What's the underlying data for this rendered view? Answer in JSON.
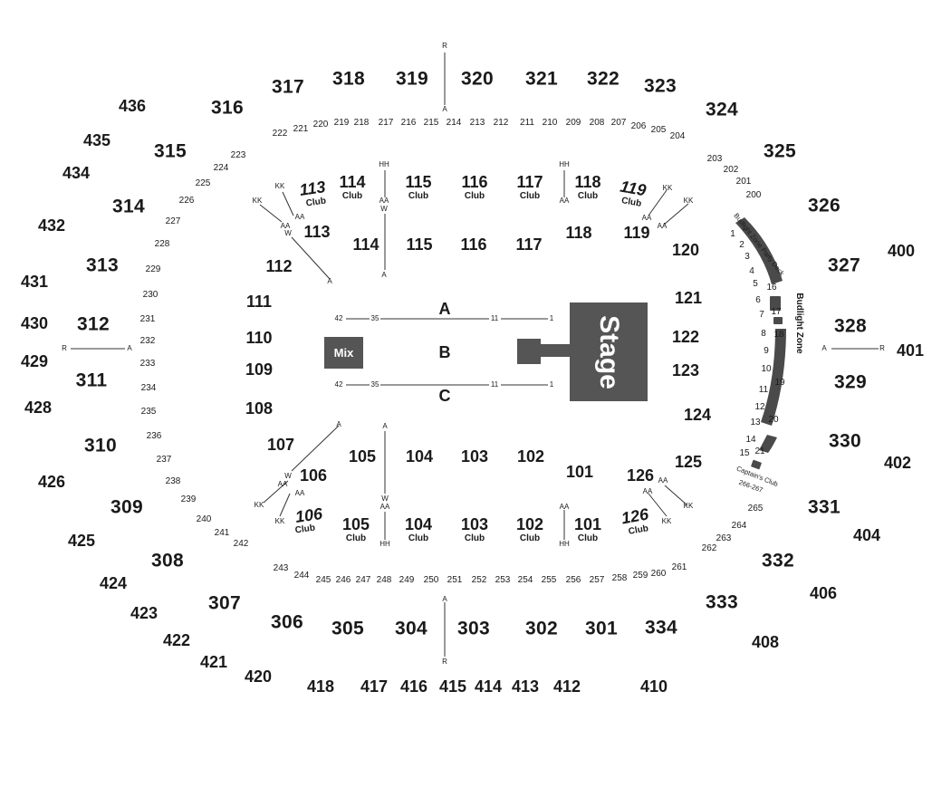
{
  "stage": {
    "label": "Stage"
  },
  "mix": {
    "label": "Mix"
  },
  "floor": {
    "rows": [
      "A",
      "B",
      "C"
    ],
    "seat_markers": {
      "left_outer": "42",
      "left_inner": "35",
      "right_inner": "11",
      "right_outer": "1"
    }
  },
  "budlight": {
    "zone_label": "Budlight Zone",
    "party_deck_label": "Budlight Zone Party Deck",
    "captains_club_label": "Captain's Club",
    "captains_club_sections": "266-267",
    "rows": [
      "1",
      "2",
      "3",
      "4",
      "5",
      "6",
      "7",
      "8",
      "9",
      "10",
      "11",
      "12",
      "13",
      "14",
      "15",
      "16",
      "17",
      "18",
      "19",
      "20",
      "21"
    ]
  },
  "row_markers": {
    "R": "R",
    "A": "A",
    "AA": "AA",
    "HH": "HH",
    "KK": "KK",
    "W": "W"
  },
  "club_label": "Club",
  "sections": {
    "s100_lower": [
      "101",
      "102",
      "103",
      "104",
      "105",
      "106",
      "107",
      "108",
      "109",
      "110",
      "111",
      "112",
      "113",
      "114",
      "115",
      "116",
      "117",
      "118",
      "119",
      "120",
      "121",
      "122",
      "123",
      "124",
      "125",
      "126"
    ],
    "s100_club": [
      "101",
      "102",
      "103",
      "104",
      "105",
      "106",
      "113",
      "114",
      "115",
      "116",
      "117",
      "118",
      "119",
      "126"
    ],
    "s200": [
      "200",
      "201",
      "202",
      "203",
      "204",
      "205",
      "206",
      "207",
      "208",
      "209",
      "210",
      "211",
      "212",
      "213",
      "214",
      "215",
      "216",
      "217",
      "218",
      "219",
      "220",
      "221",
      "222",
      "223",
      "224",
      "225",
      "226",
      "227",
      "228",
      "229",
      "230",
      "231",
      "232",
      "233",
      "234",
      "235",
      "236",
      "237",
      "238",
      "239",
      "240",
      "241",
      "242",
      "243",
      "244",
      "245",
      "246",
      "247",
      "248",
      "249",
      "250",
      "251",
      "252",
      "253",
      "254",
      "255",
      "256",
      "257",
      "258",
      "259",
      "260",
      "261",
      "262",
      "263",
      "264",
      "265"
    ],
    "s300": [
      "301",
      "302",
      "303",
      "304",
      "305",
      "306",
      "307",
      "308",
      "309",
      "310",
      "311",
      "312",
      "313",
      "314",
      "315",
      "316",
      "317",
      "318",
      "319",
      "320",
      "321",
      "322",
      "323",
      "324",
      "325",
      "326",
      "327",
      "328",
      "329",
      "330",
      "331",
      "332",
      "333",
      "334"
    ],
    "s400": [
      "400",
      "401",
      "402",
      "404",
      "406",
      "408",
      "410",
      "412",
      "413",
      "414",
      "415",
      "416",
      "417",
      "418",
      "420",
      "421",
      "422",
      "423",
      "424",
      "425",
      "426",
      "428",
      "429",
      "430",
      "431",
      "432",
      "434",
      "435",
      "436"
    ]
  }
}
